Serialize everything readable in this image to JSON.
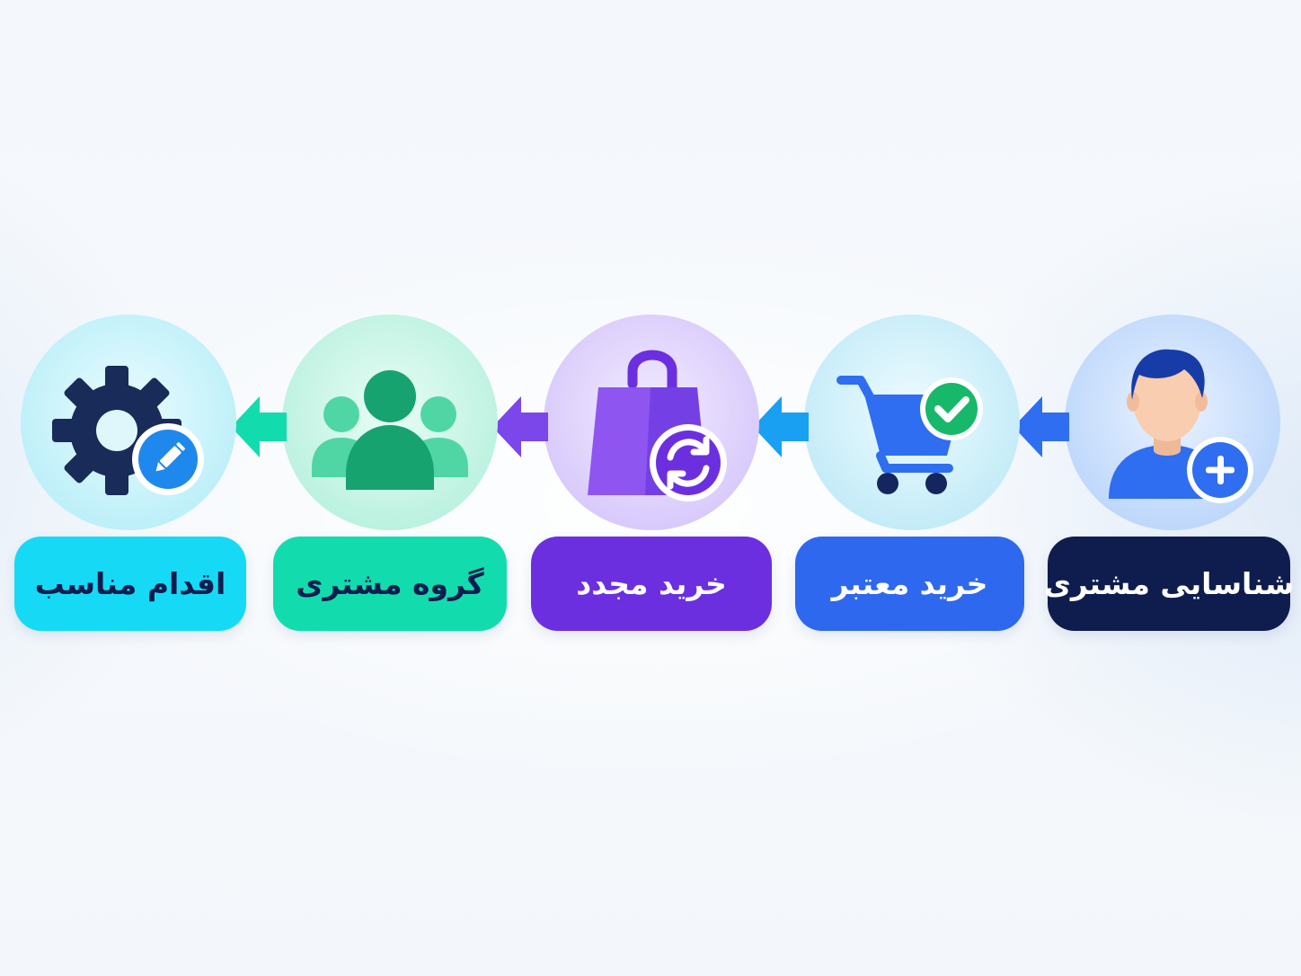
{
  "colors": {
    "step1_pill": "#0e1d4e",
    "step2_pill": "#2e68ee",
    "step3_pill": "#6b2fe0",
    "step4_pill": "#12dcae",
    "step5_pill": "#16daf5",
    "text_light": "#ffffff",
    "text_dark": "#0e1d4e"
  },
  "steps": [
    {
      "label": "شناسایی مشتری",
      "icon": "user-add-icon"
    },
    {
      "label": "خرید معتبر",
      "icon": "cart-check-icon"
    },
    {
      "label": "خرید مجدد",
      "icon": "shopping-bag-repeat-icon"
    },
    {
      "label": "گروه مشتری",
      "icon": "user-group-icon"
    },
    {
      "label": "اقدام مناسب",
      "icon": "gear-edit-icon"
    }
  ]
}
